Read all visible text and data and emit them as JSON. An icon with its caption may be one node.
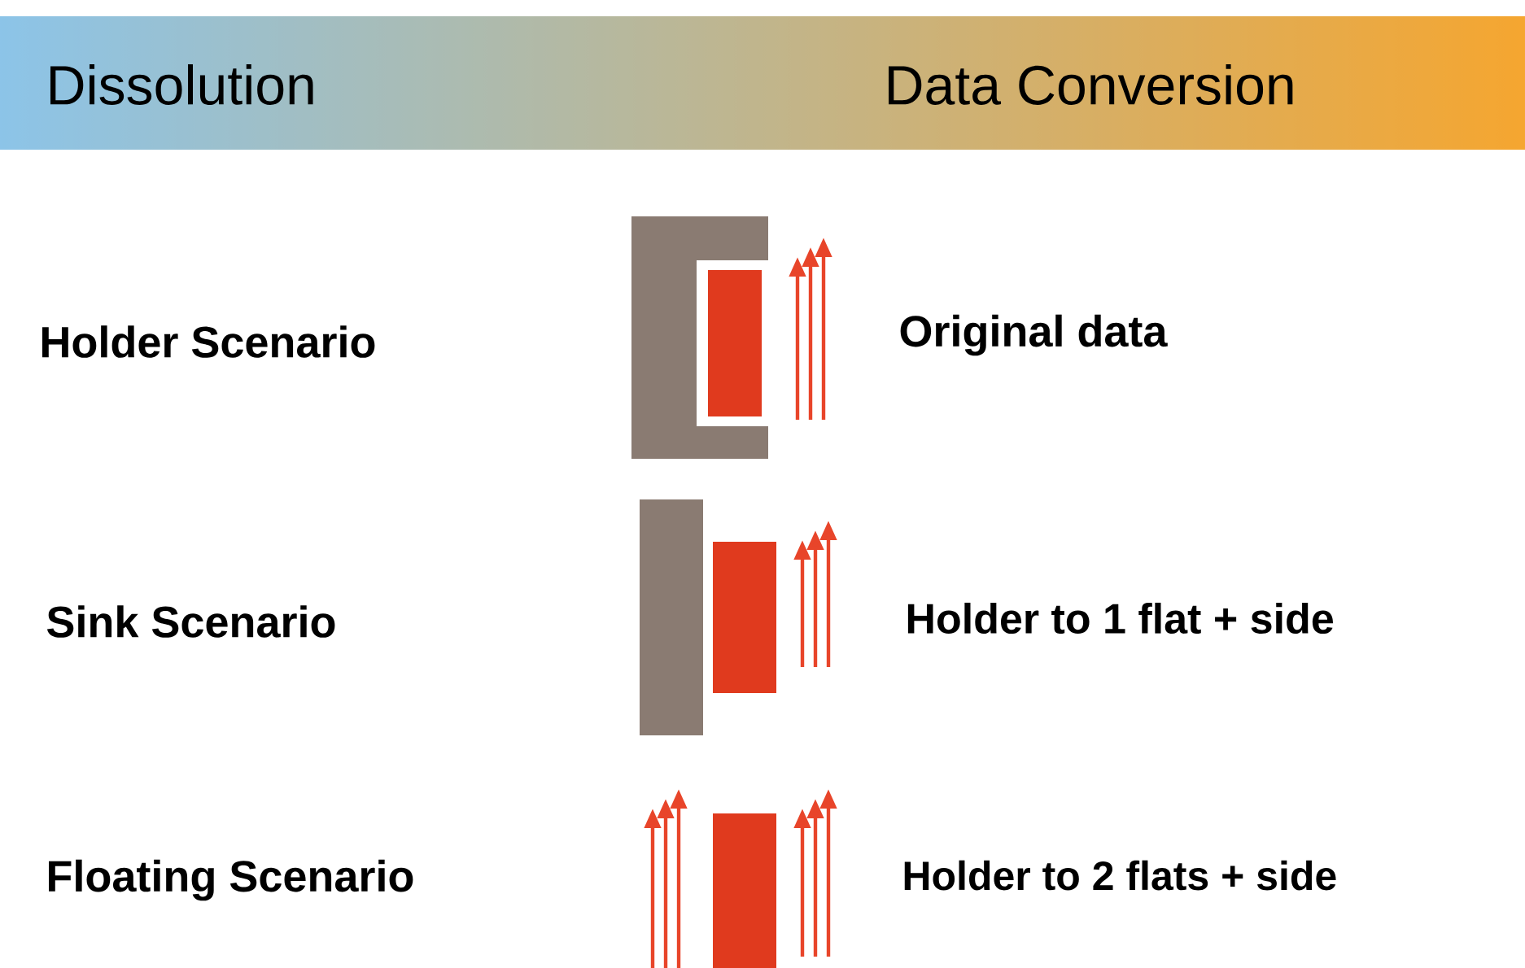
{
  "diagram": {
    "labels": [
      "Dissolution",
      "Data Conversion",
      "Holder Scenario",
      "Original data",
      "Sink Scenario",
      "Holder to 1 flat + side",
      "Floating Scenario",
      "Holder to 2 flats + side"
    ]
  }
}
